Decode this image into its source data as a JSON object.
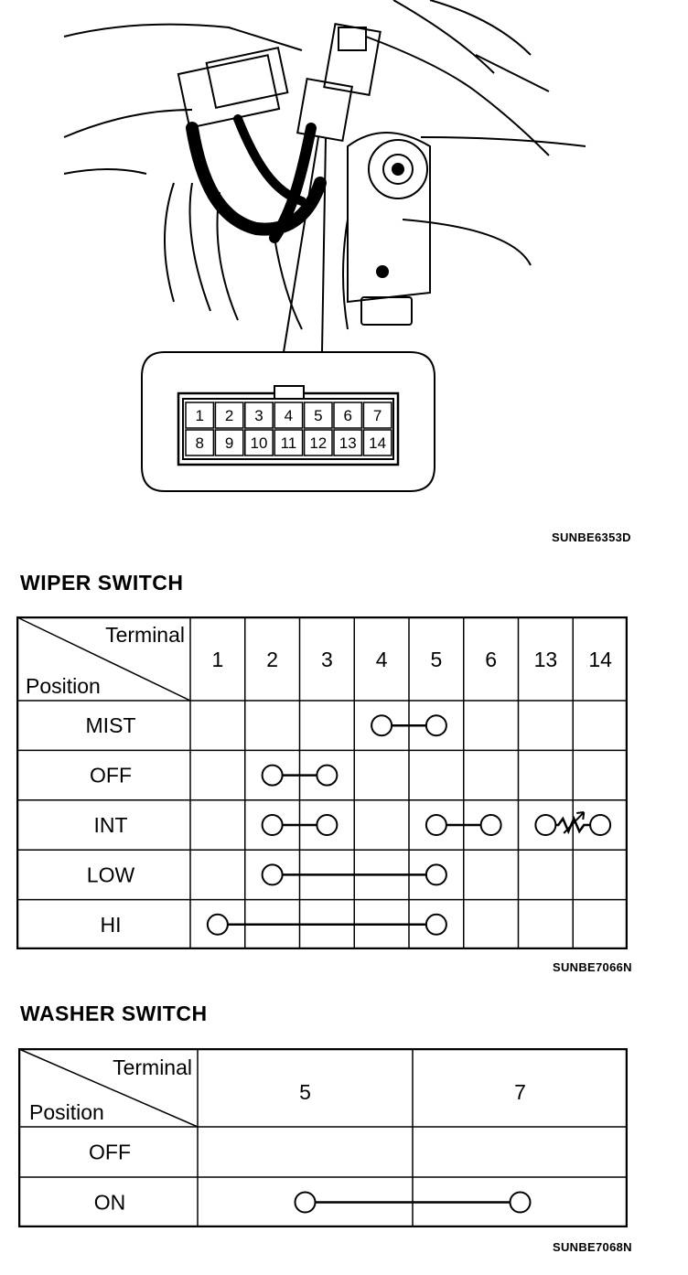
{
  "figure_codes": {
    "connector": "SUNBE6353D",
    "wiper": "SUNBE7066N",
    "washer": "SUNBE7068N"
  },
  "connector_pins": {
    "top": [
      "1",
      "2",
      "3",
      "4",
      "5",
      "6",
      "7"
    ],
    "bottom": [
      "8",
      "9",
      "10",
      "11",
      "12",
      "13",
      "14"
    ]
  },
  "wiper_switch": {
    "title": "WIPER SWITCH",
    "header_terminal": "Terminal",
    "header_position": "Position",
    "terminals": [
      "1",
      "2",
      "3",
      "4",
      "5",
      "6",
      "13",
      "14"
    ],
    "rows": [
      {
        "position": "MIST",
        "links": [
          [
            "4",
            "5"
          ]
        ]
      },
      {
        "position": "OFF",
        "links": [
          [
            "2",
            "3"
          ]
        ]
      },
      {
        "position": "INT",
        "links": [
          [
            "2",
            "3"
          ],
          [
            "5",
            "6"
          ]
        ],
        "resistor_links": [
          [
            "13",
            "14"
          ]
        ]
      },
      {
        "position": "LOW",
        "links": [
          [
            "2",
            "5"
          ]
        ]
      },
      {
        "position": "HI",
        "links": [
          [
            "1",
            "5"
          ]
        ]
      }
    ]
  },
  "washer_switch": {
    "title": "WASHER SWITCH",
    "header_terminal": "Terminal",
    "header_position": "Position",
    "terminals": [
      "5",
      "7"
    ],
    "rows": [
      {
        "position": "OFF",
        "links": []
      },
      {
        "position": "ON",
        "links": [
          [
            "5",
            "7"
          ]
        ]
      }
    ]
  }
}
